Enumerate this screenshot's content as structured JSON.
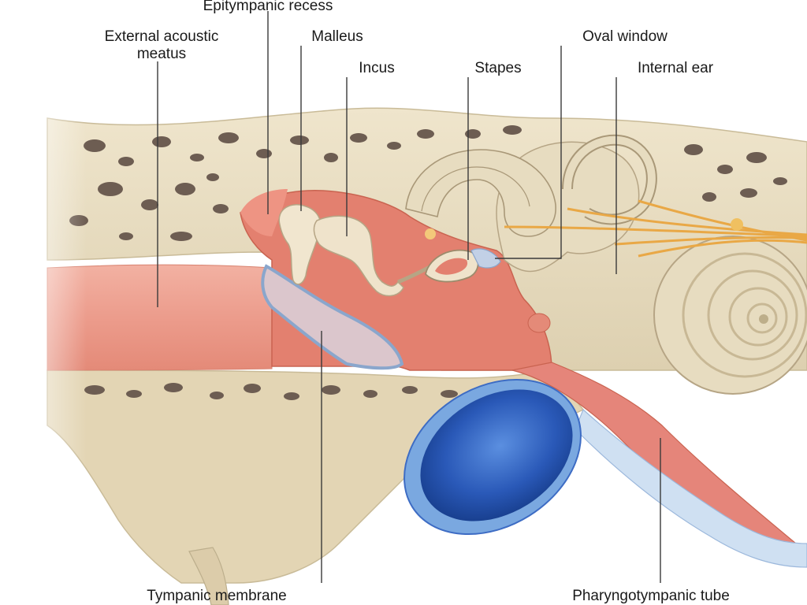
{
  "labels": {
    "epitympanic_recess": "Epitympanic recess",
    "external_acoustic_meatus_line1": "External acoustic",
    "external_acoustic_meatus_line2": "meatus",
    "malleus": "Malleus",
    "incus": "Incus",
    "stapes": "Stapes",
    "oval_window": "Oval window",
    "internal_ear": "Internal ear",
    "tympanic_membrane": "Tympanic membrane",
    "pharyngotympanic_tube": "Pharyngotympanic tube"
  },
  "colors": {
    "bone": "#e8dcc0",
    "bone_edge": "#cfc2a2",
    "spongy_pore": "#6d5d52",
    "canal_pink": "#ec9c8c",
    "cavity_red": "#e0705e",
    "membrane": "#ddc6cc",
    "membrane_edge": "#8aa6cc",
    "vessel_blue": "#2a59b8",
    "vessel_ring": "#7aa8e0",
    "nerve": "#e9a846",
    "tube_pink": "#e5857a",
    "leader": "#3a3a3a"
  }
}
